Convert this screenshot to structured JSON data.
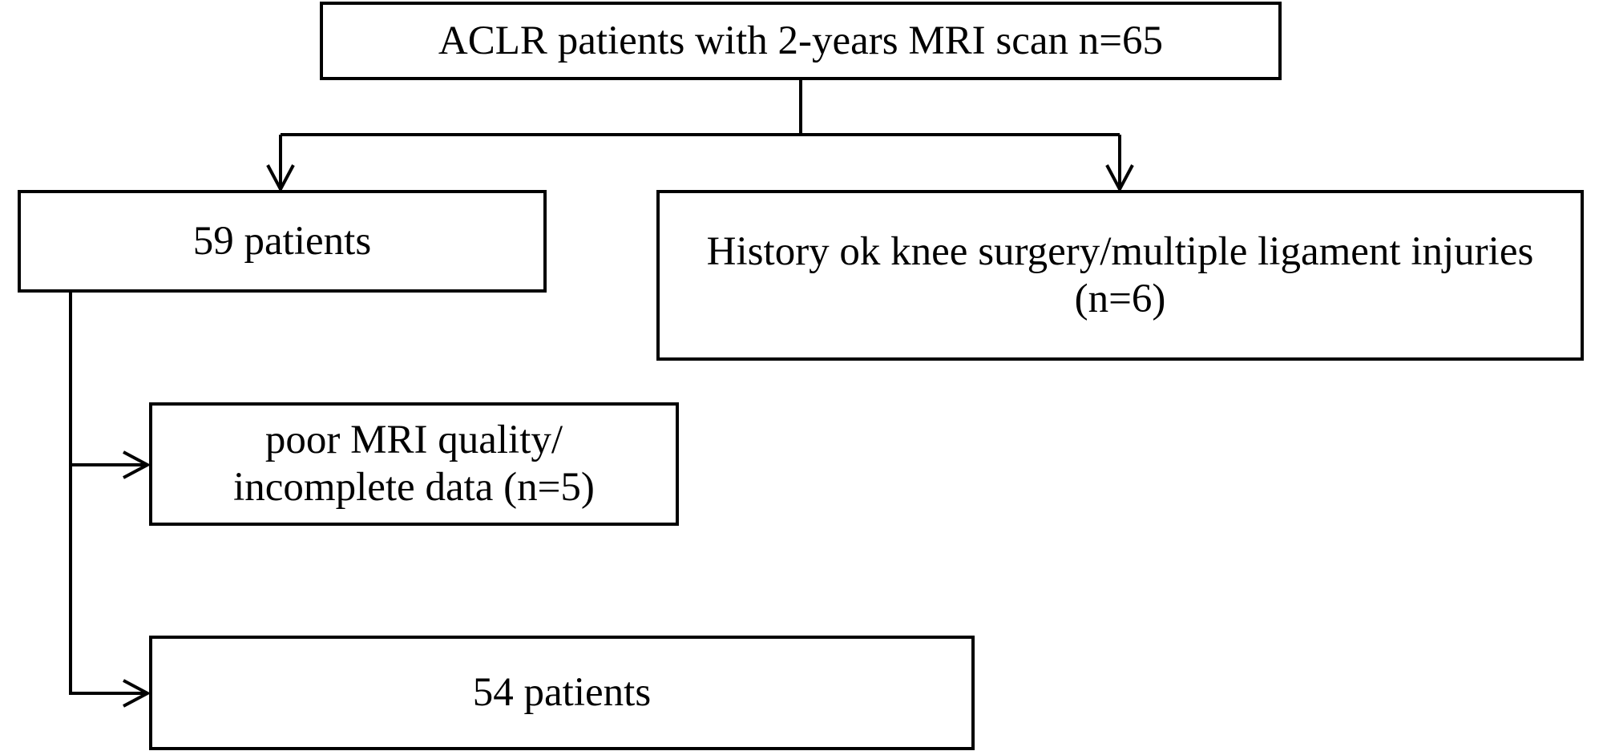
{
  "flowchart": {
    "start": {
      "label": "ACLR  patients with 2-years MRI scan n=65"
    },
    "included": {
      "label": "59 patients"
    },
    "excluded_history": {
      "lines": [
        "History ok knee surgery/multiple ligament injuries",
        "(n=6)"
      ]
    },
    "excluded_quality": {
      "lines": [
        "poor MRI quality/",
        "incomplete data (n=5)"
      ]
    },
    "final": {
      "label": "54 patients"
    }
  },
  "colors": {
    "stroke": "#000000",
    "background": "#ffffff"
  }
}
